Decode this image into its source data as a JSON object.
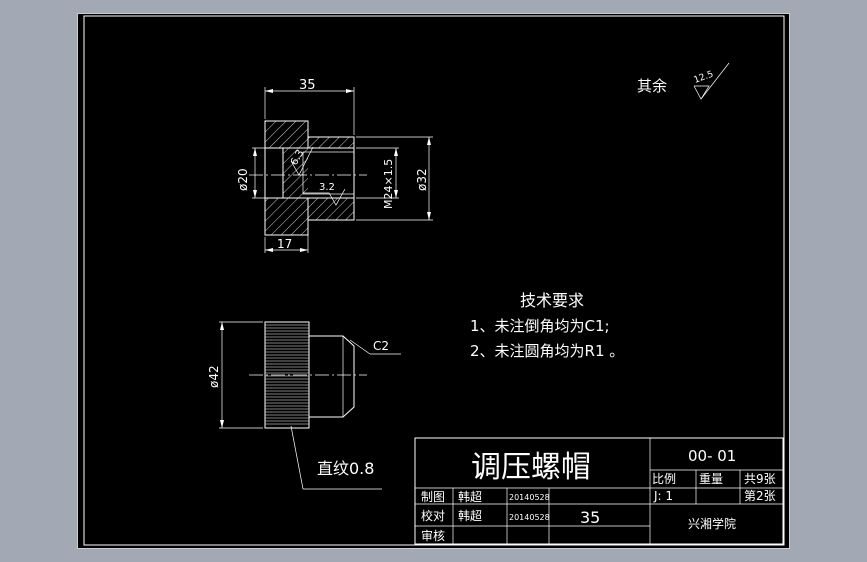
{
  "dims": {
    "top_width": "35",
    "bottom_width": "17",
    "dia_left": "ø20",
    "thread": "M24×1.5",
    "dia_right": "ø32",
    "rough_63": "6.3",
    "rough_32": "3.2",
    "dia_42": "ø42",
    "chamfer": "C2",
    "knurl": "直纹0.8"
  },
  "roughness_note": {
    "label": "其余",
    "value": "12.5"
  },
  "tech": {
    "title": "技术要求",
    "line1": "1、未注倒角均为C1;",
    "line2": "2、未注圆角均为R1  。"
  },
  "titleblock": {
    "part_name": "调压螺帽",
    "drawing_no": "00-  01",
    "scale_label": "比例",
    "weight_label": "重量",
    "total_sheets": "共9张",
    "scale_value": "J: 1",
    "sheet_no": "第2张",
    "drawn_label": "制图",
    "drawn_name": "韩超",
    "drawn_date": "20140528",
    "check_label": "校对",
    "check_name": "韩超",
    "check_date": "20140528",
    "approve_label": "审核",
    "material": "35",
    "school": "兴湘学院"
  }
}
